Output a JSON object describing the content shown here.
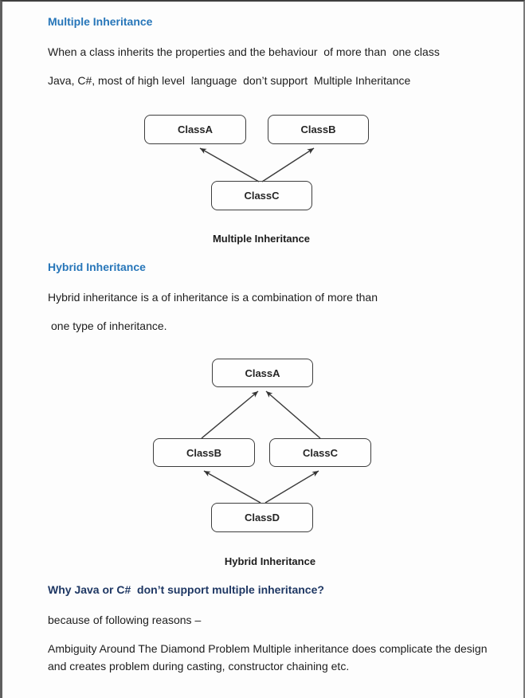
{
  "colors": {
    "heading_blue": "#2776B9",
    "heading_navy": "#1F3864",
    "body_text": "#1d1d1d",
    "node_border": "#3d3d3d"
  },
  "sections": {
    "multiple": {
      "heading": "Multiple Inheritance",
      "line1": "When a class inherits the properties and the behaviour  of more than  one class",
      "line2": "Java, C#, most of high level  language  don’t support  Multiple Inheritance",
      "diagram": {
        "caption": "Multiple Inheritance",
        "nodes": {
          "classA": "ClassA",
          "classB": "ClassB",
          "classC": "ClassC"
        },
        "edges": [
          {
            "from": "ClassC",
            "to": "ClassA"
          },
          {
            "from": "ClassC",
            "to": "ClassB"
          }
        ]
      }
    },
    "hybrid": {
      "heading": "Hybrid Inheritance",
      "line1": "Hybrid inheritance is a of inheritance is a combination of more than",
      "line2": "one type of inheritance.",
      "diagram": {
        "caption": "Hybrid Inheritance",
        "nodes": {
          "classA": "ClassA",
          "classB": "ClassB",
          "classC": "ClassC",
          "classD": "ClassD"
        },
        "edges": [
          {
            "from": "ClassB",
            "to": "ClassA"
          },
          {
            "from": "ClassC",
            "to": "ClassA"
          },
          {
            "from": "ClassD",
            "to": "ClassB"
          },
          {
            "from": "ClassD",
            "to": "ClassC"
          }
        ]
      }
    },
    "why": {
      "heading": "Why Java or C#  don’t support multiple inheritance?",
      "line1": "because of following reasons –",
      "paragraph": "Ambiguity Around The Diamond Problem Multiple inheritance does complicate the design and creates problem during casting, constructor chaining etc."
    }
  }
}
